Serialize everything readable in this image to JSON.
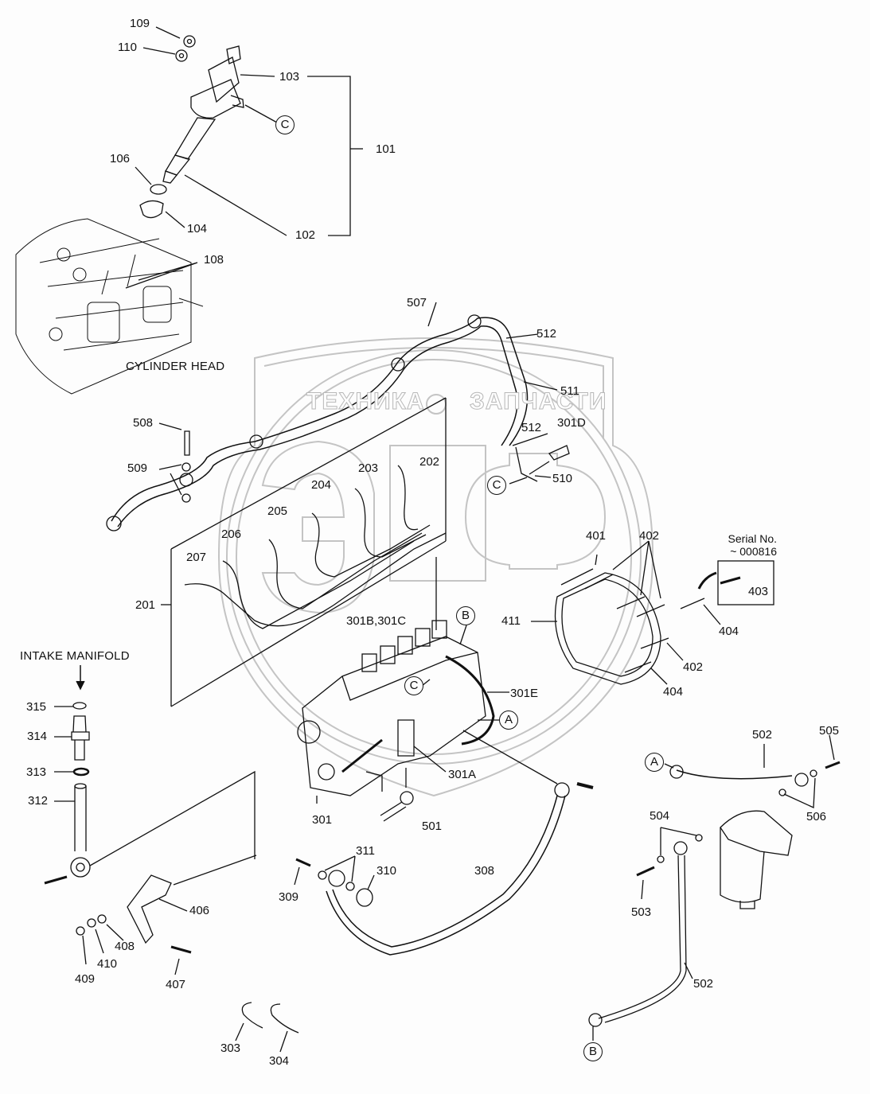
{
  "title": "Fuel injection system parts diagram",
  "captions": {
    "cylinder_head": "CYLINDER HEAD",
    "intake_manifold": "INTAKE MANIFOLD",
    "serial_line1": "Serial No.",
    "serial_line2": "~ 000816"
  },
  "watermark": {
    "left": "ТЕХНИКА",
    "right": "ЗАПЧАСТИ",
    "logo": "ЭЛФ"
  },
  "refs": {
    "a": "A",
    "b": "B",
    "c": "C"
  },
  "labels": {
    "p101": "101",
    "p102": "102",
    "p103": "103",
    "p104": "104",
    "p106": "106",
    "p108": "108",
    "p109": "109",
    "p110": "110",
    "p201": "201",
    "p202": "202",
    "p203": "203",
    "p204": "204",
    "p205": "205",
    "p206": "206",
    "p207": "207",
    "p301": "301",
    "p301a": "301A",
    "p301bc": "301B,301C",
    "p301d": "301D",
    "p301e": "301E",
    "p303": "303",
    "p304": "304",
    "p308": "308",
    "p309": "309",
    "p310": "310",
    "p311": "311",
    "p312": "312",
    "p313": "313",
    "p314": "314",
    "p315": "315",
    "p401": "401",
    "p402a": "402",
    "p402b": "402",
    "p403": "403",
    "p404a": "404",
    "p404b": "404",
    "p406": "406",
    "p407": "407",
    "p408": "408",
    "p409": "409",
    "p410": "410",
    "p411": "411",
    "p501": "501",
    "p502a": "502",
    "p502b": "502",
    "p503": "503",
    "p504": "504",
    "p505": "505",
    "p506": "506",
    "p507": "507",
    "p508": "508",
    "p509": "509",
    "p510": "510",
    "p511": "511",
    "p512a": "512",
    "p512b": "512"
  }
}
